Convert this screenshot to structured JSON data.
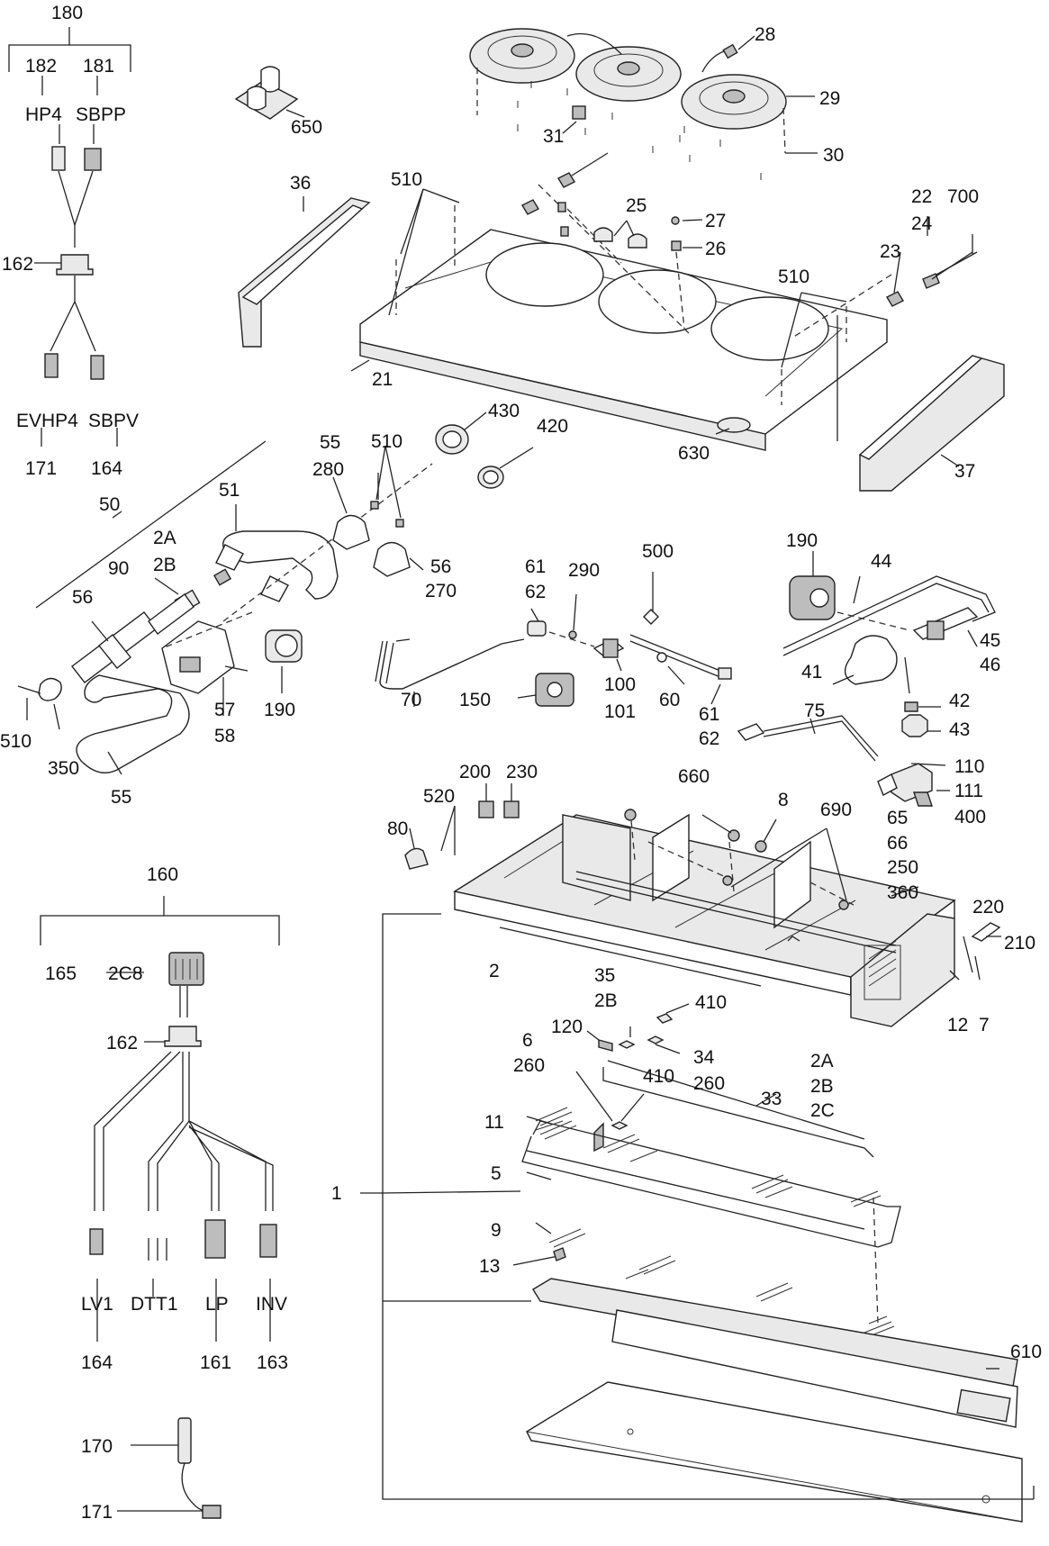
{
  "labels": {
    "l180": "180",
    "l182": "182",
    "l181": "181",
    "hp4": "HP4",
    "sbpp": "SBPP",
    "l162a": "162",
    "evhp4": "EVHP4",
    "sbpv": "SBPV",
    "l171a": "171",
    "l164a": "164",
    "l650": "650",
    "l36": "36",
    "l510a": "510",
    "l28": "28",
    "l29": "29",
    "l31": "31",
    "l30": "30",
    "l25": "25",
    "l27": "27",
    "l26": "26",
    "l22": "22",
    "l24": "24",
    "l700": "700",
    "l23": "23",
    "l510b": "510",
    "l21": "21",
    "l630": "630",
    "l37": "37",
    "l50": "50",
    "l51": "51",
    "l55a": "55",
    "l280": "280",
    "l510c": "510",
    "l430": "430",
    "l420": "420",
    "l2A": "2A",
    "l2B": "2B",
    "l90": "90",
    "l56a": "56",
    "l56b": "56",
    "l270": "270",
    "l57": "57",
    "l58": "58",
    "l190a": "190",
    "l510d": "510",
    "l350": "350",
    "l55b": "55",
    "l61a": "61",
    "l62a": "62",
    "l290": "290",
    "l500": "500",
    "l70": "70",
    "l150": "150",
    "l100": "100",
    "l101": "101",
    "l60": "60",
    "l61b": "61",
    "l62b": "62",
    "l190b": "190",
    "l44": "44",
    "l45": "45",
    "l46": "46",
    "l41": "41",
    "l42": "42",
    "l43": "43",
    "l75": "75",
    "l110": "110",
    "l111": "111",
    "l400": "400",
    "l200": "200",
    "l230": "230",
    "l520": "520",
    "l80": "80",
    "l660": "660",
    "l8": "8",
    "l690": "690",
    "l65": "65",
    "l66": "66",
    "l250": "250",
    "l360": "360",
    "l220": "220",
    "l210": "210",
    "l2": "2",
    "l12": "12",
    "l7": "7",
    "l35": "35",
    "l2Bb": "2B",
    "l410a": "410",
    "l120": "120",
    "l34": "34",
    "l260a": "260",
    "l6": "6",
    "l260b": "260",
    "l410b": "410",
    "l2Ac": "2A",
    "l2Bc": "2B",
    "l2Cc": "2C",
    "l33": "33",
    "l11": "11",
    "l5": "5",
    "l1": "1",
    "l9": "9",
    "l13": "13",
    "l610": "610",
    "l160": "160",
    "l165": "165",
    "l2C8": "2C8",
    "l162b": "162",
    "lv1": "LV1",
    "dtt1": "DTT1",
    "lp": "LP",
    "inv": "INV",
    "l164b": "164",
    "l161": "161",
    "l163": "163",
    "l170": "170",
    "l171b": "171"
  }
}
